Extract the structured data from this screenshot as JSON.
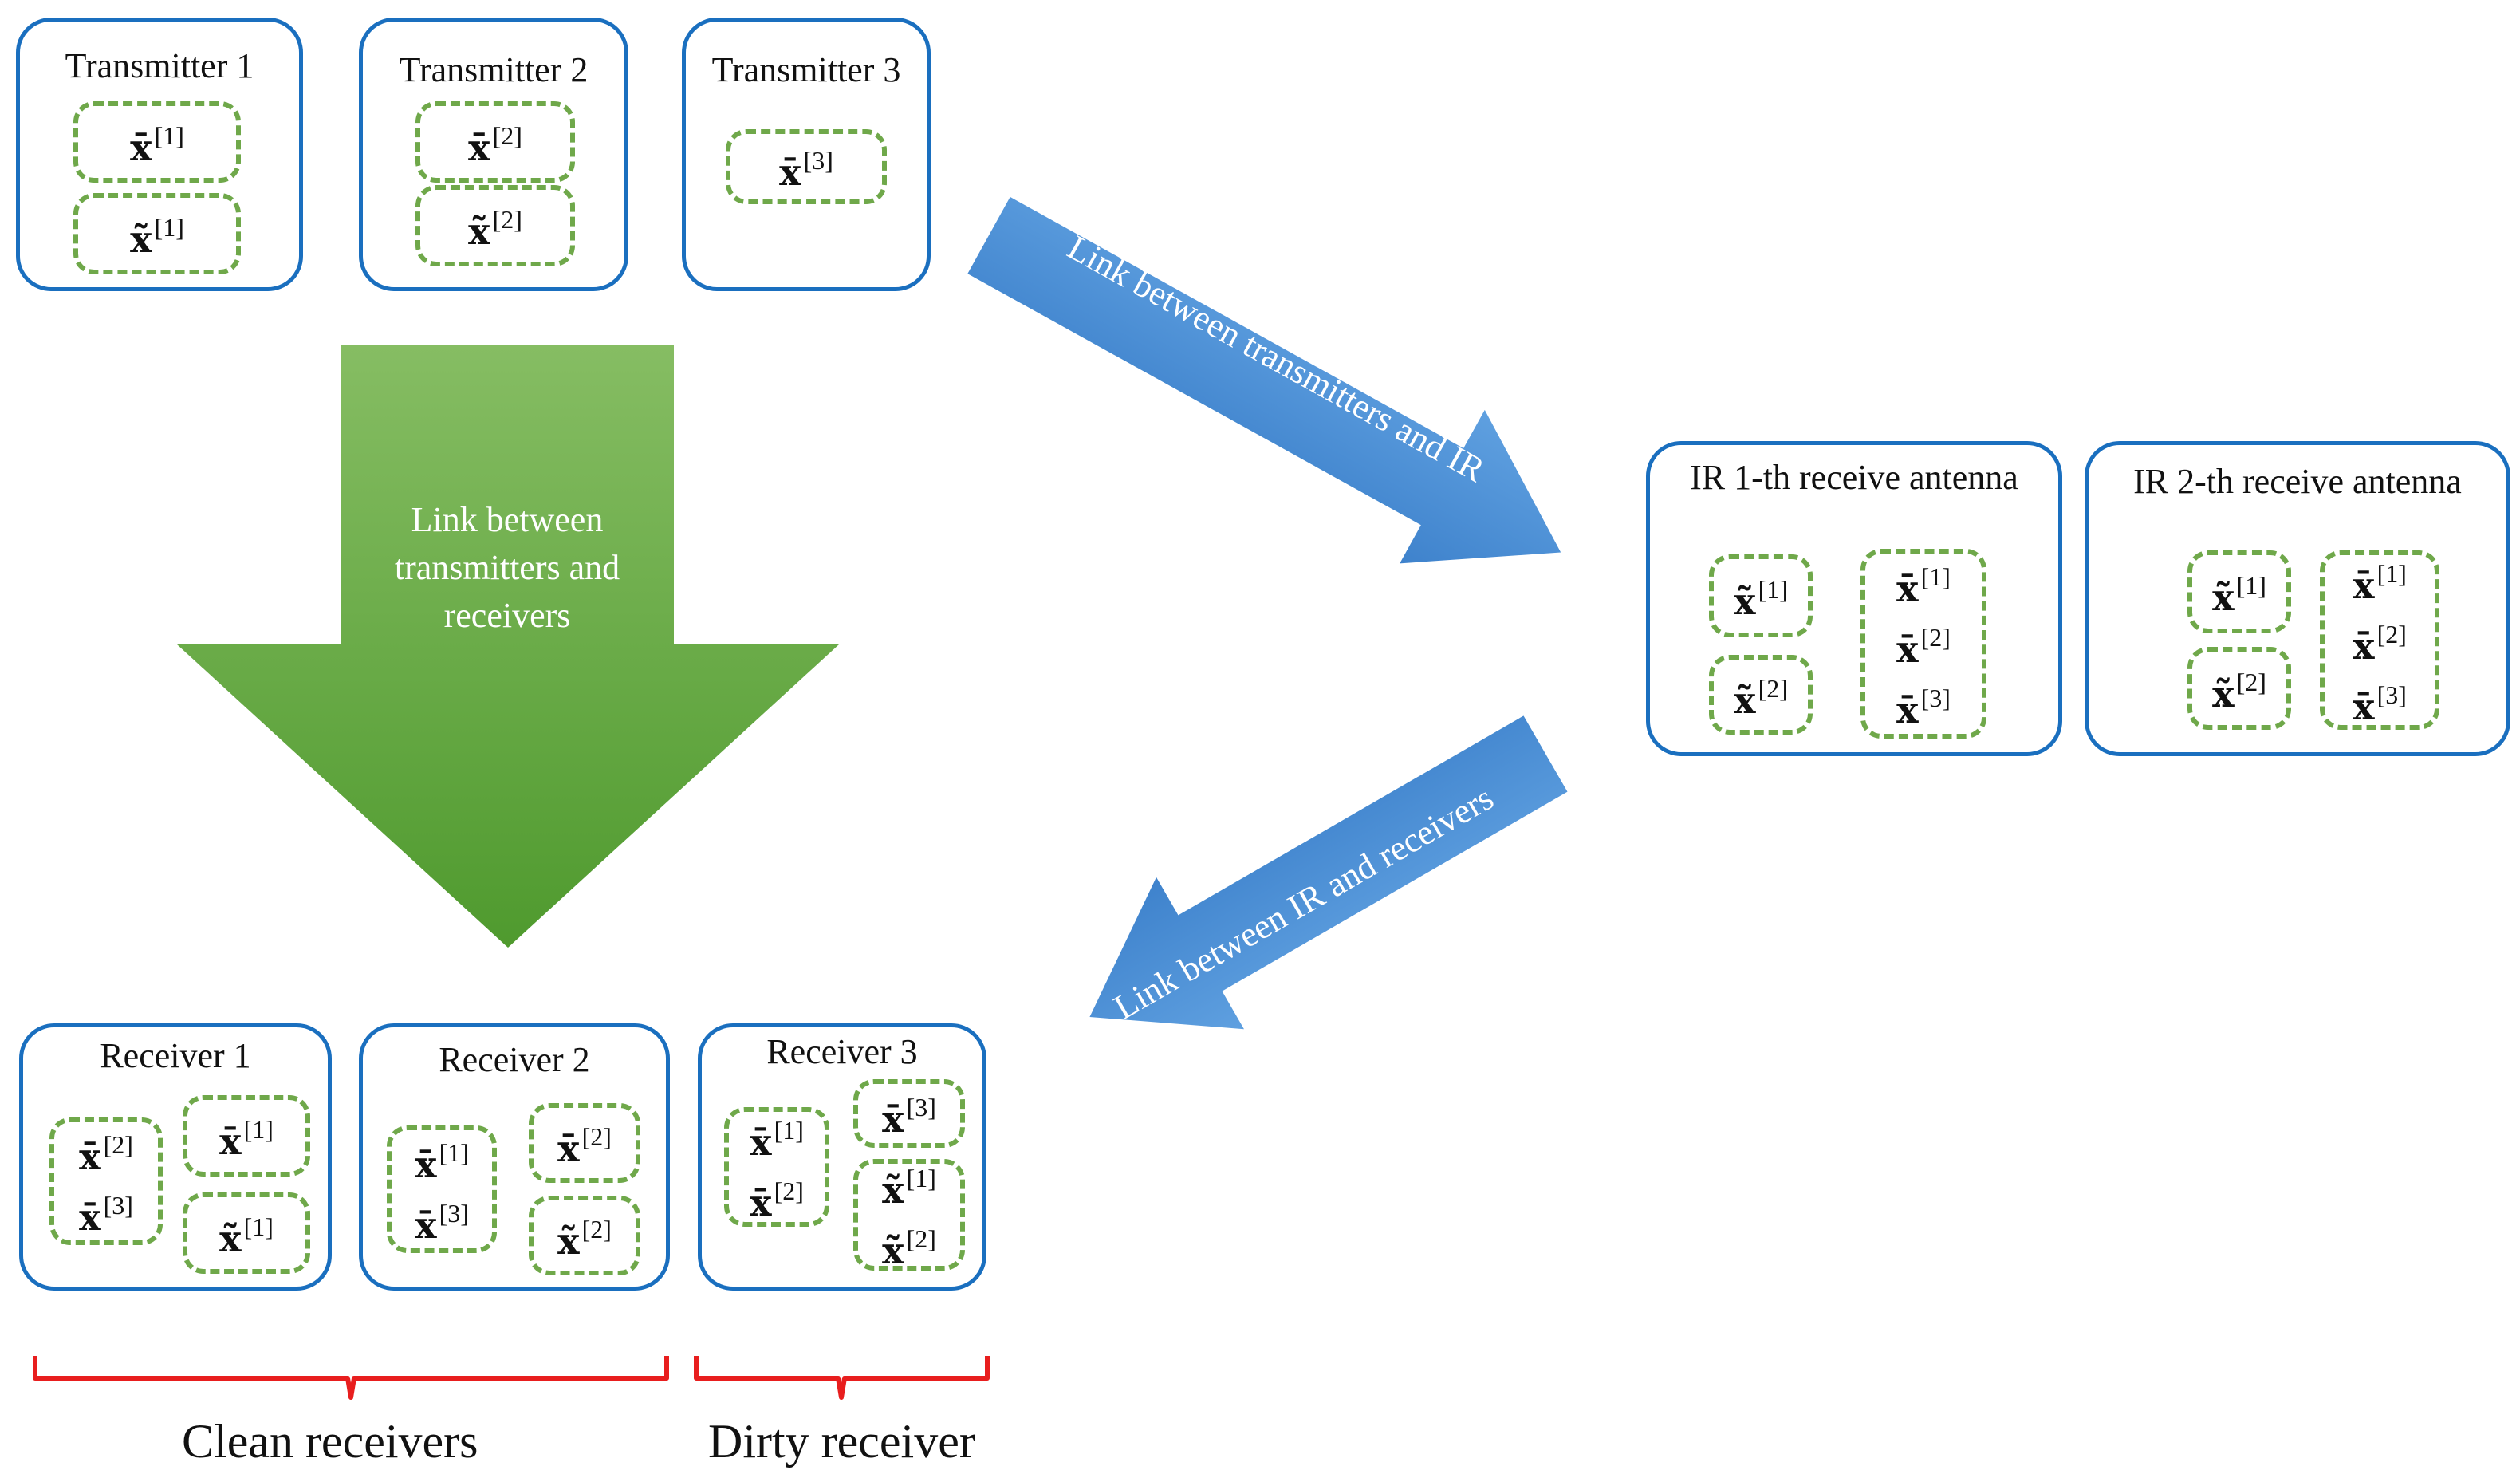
{
  "colors": {
    "box_border": "#1a6fbf",
    "sub_border": "#6fa84a",
    "green_arrow_top": "#86bd63",
    "green_arrow_bottom": "#4f9a2e",
    "blue_arrow": "#4a8fd6",
    "brace": "#e81e1e"
  },
  "transmitters": [
    {
      "title": "Transmitter 1",
      "streams": [
        [
          "x̄",
          "[1]"
        ],
        [
          "x̃",
          "[1]"
        ]
      ]
    },
    {
      "title": "Transmitter 2",
      "streams": [
        [
          "x̄",
          "[2]"
        ],
        [
          "x̃",
          "[2]"
        ]
      ]
    },
    {
      "title": "Transmitter 3",
      "streams": [
        [
          "x̄",
          "[3]"
        ]
      ]
    }
  ],
  "ir_antennas": [
    {
      "title": "IR 1-th receive antenna",
      "left_streams": [
        [
          "x̃",
          "[1]"
        ],
        [
          "x̃",
          "[2]"
        ]
      ],
      "right_stream": [
        [
          "x̄",
          "[1]"
        ],
        [
          "x̄",
          "[2]"
        ],
        [
          "x̄",
          "[3]"
        ]
      ]
    },
    {
      "title": "IR 2-th receive antenna",
      "left_streams": [
        [
          "x̃",
          "[1]"
        ],
        [
          "x̃",
          "[2]"
        ]
      ],
      "right_stream": [
        [
          "x̄",
          "[1]"
        ],
        [
          "x̄",
          "[2]"
        ],
        [
          "x̄",
          "[3]"
        ]
      ]
    }
  ],
  "receivers": [
    {
      "title": "Receiver 1",
      "left": [
        [
          "x̄",
          "[2]"
        ],
        [
          "x̄",
          "[3]"
        ]
      ],
      "right_top": [
        [
          "x̄",
          "[1]"
        ]
      ],
      "right_bottom": [
        [
          "x̃",
          "[1]"
        ]
      ]
    },
    {
      "title": "Receiver 2",
      "left": [
        [
          "x̄",
          "[1]"
        ],
        [
          "x̄",
          "[3]"
        ]
      ],
      "right_top": [
        [
          "x̄",
          "[2]"
        ]
      ],
      "right_bottom": [
        [
          "x̃",
          "[2]"
        ]
      ]
    },
    {
      "title": "Receiver 3",
      "left": [
        [
          "x̄",
          "[1]"
        ],
        [
          "x̄",
          "[2]"
        ]
      ],
      "right_top": [
        [
          "x̄",
          "[3]"
        ]
      ],
      "right_bottom": [
        [
          "x̃",
          "[1]"
        ],
        [
          "x̃",
          "[2]"
        ]
      ]
    }
  ],
  "arrows": {
    "tx_to_receivers": "Link between transmitters and receivers",
    "tx_to_receivers_lines": [
      "Link between",
      "transmitters and",
      "receivers"
    ],
    "tx_to_ir": "Link between transmitters and IR",
    "ir_to_receivers": "Link between IR and receivers"
  },
  "groups": {
    "clean": "Clean receivers",
    "dirty": "Dirty receiver"
  }
}
